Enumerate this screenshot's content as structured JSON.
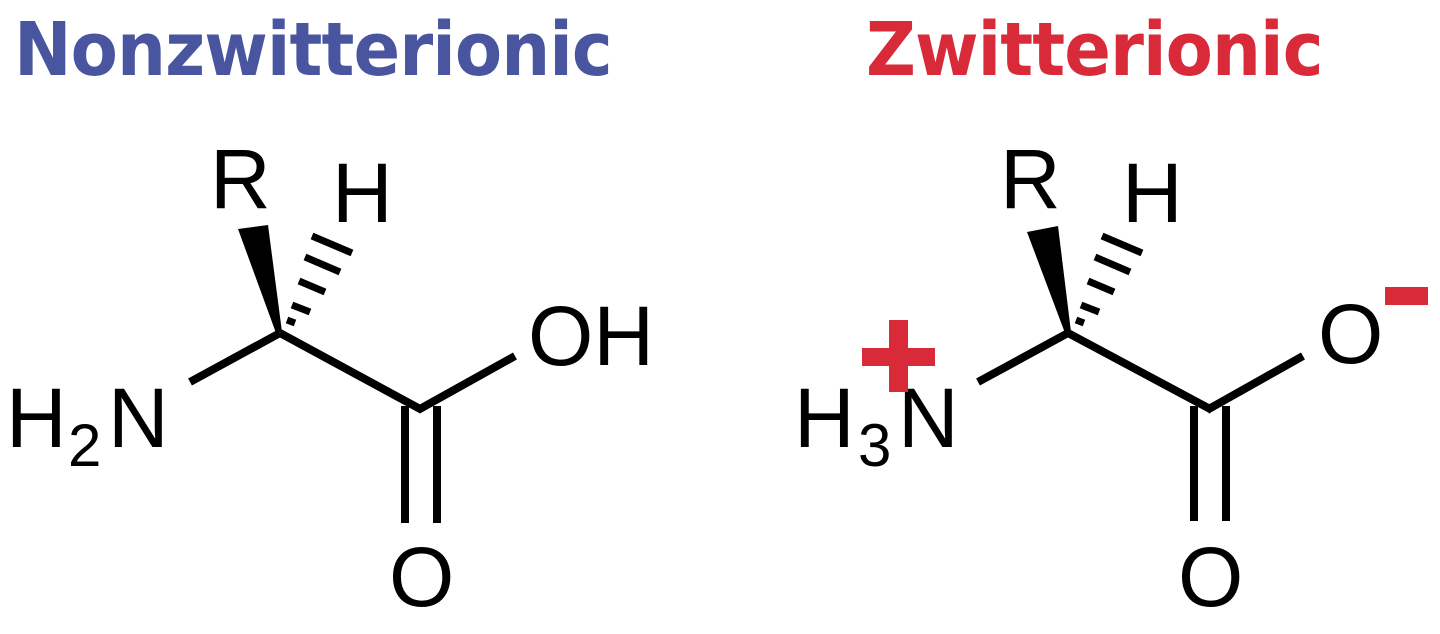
{
  "colors": {
    "nonzwitterionic": "#4a55a0",
    "zwitterionic": "#d92a3a",
    "bond": "#000000",
    "background": "#ffffff"
  },
  "left": {
    "title": "Nonzwitterionic",
    "atoms": {
      "r_group": "R",
      "hydrogen": "H",
      "amine_h": "H",
      "amine_subscript": "2",
      "amine_n": "N",
      "hydroxyl": "OH",
      "carbonyl_o": "O"
    }
  },
  "right": {
    "title": "Zwitterionic",
    "atoms": {
      "r_group": "R",
      "hydrogen": "H",
      "amine_h": "H",
      "amine_subscript": "3",
      "amine_n": "N",
      "carboxylate_o": "O",
      "carbonyl_o": "O"
    },
    "charges": {
      "positive": "+",
      "negative": "-"
    }
  }
}
